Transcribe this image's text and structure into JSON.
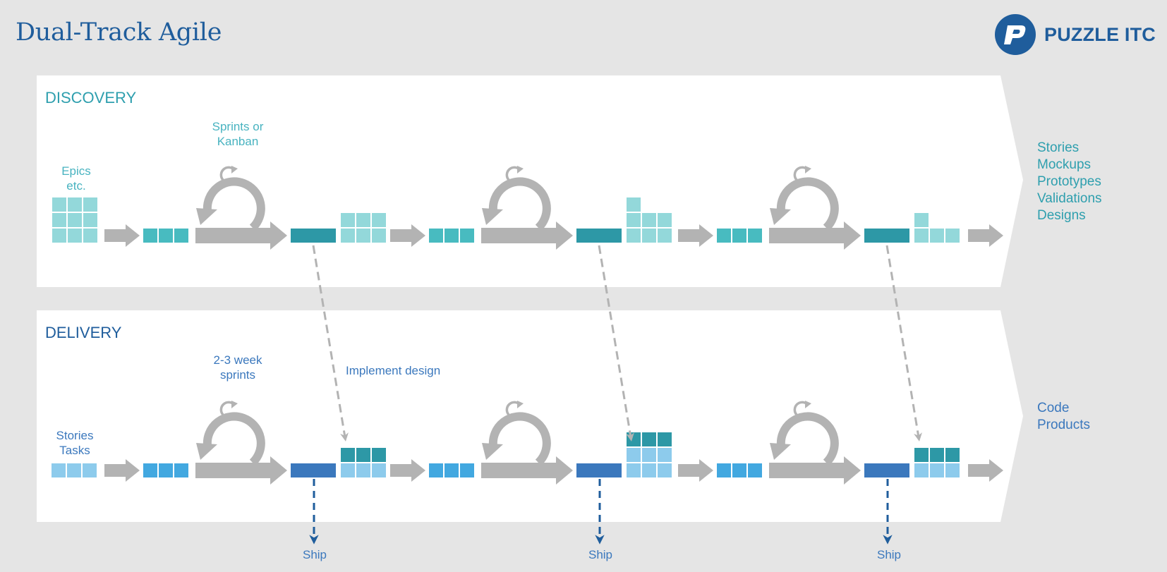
{
  "title": "Dual-Track Agile",
  "logo": {
    "text": "PUZZLE ITC",
    "icon": "puzzle-p-logo-icon"
  },
  "colors": {
    "title_blue": "#1f5d9c",
    "discovery_teal": "#2e9fae",
    "discovery_light": "#93d8da",
    "discovery_mid": "#48bbc0",
    "discovery_dark": "#2d98a6",
    "delivery_light": "#8dcbec",
    "delivery_mid": "#42a8e0",
    "delivery_dark": "#3b78bd",
    "arrow_gray": "#b3b3b3",
    "ship_blue": "#1f5d9c"
  },
  "discovery": {
    "label": "DISCOVERY",
    "input_label": [
      "Epics",
      "etc."
    ],
    "cycle_label": [
      "Sprints or",
      "Kanban"
    ],
    "outputs": [
      "Stories",
      "Mockups",
      "Prototypes",
      "Validations",
      "Designs"
    ],
    "segments": [
      {
        "backlog_cells": 9,
        "backlog_layout": "3x3"
      },
      {
        "backlog_cells": 6,
        "backlog_layout": "3x2"
      },
      {
        "backlog_cells": 7,
        "backlog_layout": "3x2+1"
      },
      {
        "backlog_cells": 4,
        "backlog_layout": "3x1+1"
      }
    ]
  },
  "delivery": {
    "label": "DELIVERY",
    "input_label": [
      "Stories",
      "Tasks"
    ],
    "cycle_label": [
      "2-3 week",
      "sprints"
    ],
    "handoff_label": "Implement design",
    "outputs": [
      "Code",
      "Products"
    ],
    "ship_labels": [
      "Ship",
      "Ship",
      "Ship"
    ],
    "segments": [
      {
        "backlog_light_rows": 1,
        "backlog_dark_rows": 0
      },
      {
        "backlog_light_rows": 1,
        "backlog_dark_rows": 1
      },
      {
        "backlog_light_rows": 2,
        "backlog_dark_rows": 1
      },
      {
        "backlog_light_rows": 1,
        "backlog_dark_rows": 1
      }
    ]
  },
  "iterations": 3
}
